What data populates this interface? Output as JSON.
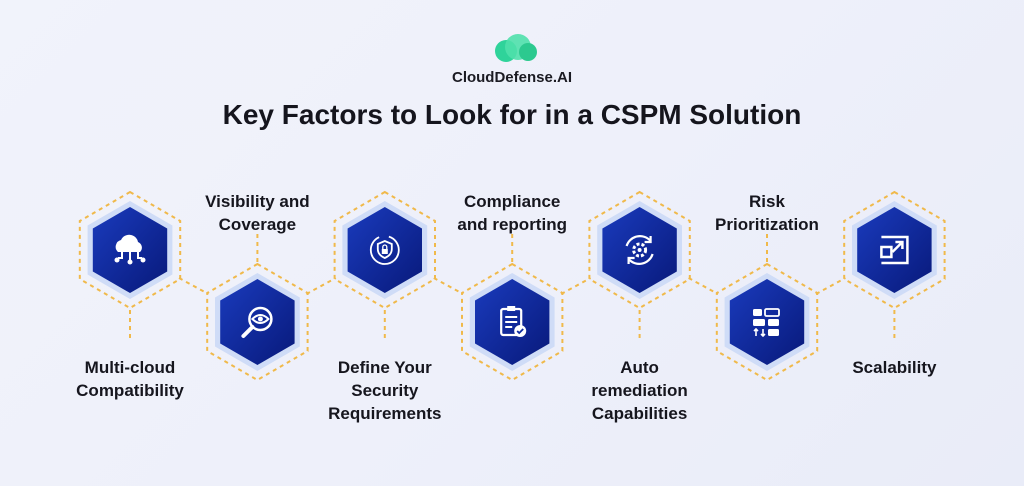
{
  "brand": {
    "name": "CloudDefense.AI",
    "logo_colors": [
      "#2fd39a",
      "#5fe3b4"
    ]
  },
  "title": "Key Factors to Look for in a CSPM Solution",
  "colors": {
    "hex_dark": "#0c2aa0",
    "hex_light": "#cfdcf7",
    "dash": "#f0b94a",
    "text": "#16161e"
  },
  "factors": [
    {
      "icon": "cloud-network-icon",
      "lines": [
        "Multi-cloud",
        "Compatibility"
      ]
    },
    {
      "icon": "eye-search-icon",
      "lines": [
        "Visibility and",
        "Coverage"
      ]
    },
    {
      "icon": "shield-lock-icon",
      "lines": [
        "Define Your",
        "Security",
        "Requirements"
      ]
    },
    {
      "icon": "clipboard-check-icon",
      "lines": [
        "Compliance",
        "and reporting"
      ]
    },
    {
      "icon": "gear-refresh-icon",
      "lines": [
        "Auto",
        "remediation",
        "Capabilities"
      ]
    },
    {
      "icon": "priority-blocks-icon",
      "lines": [
        "Risk",
        "Prioritization"
      ]
    },
    {
      "icon": "scale-arrow-icon",
      "lines": [
        "Scalability"
      ]
    }
  ]
}
